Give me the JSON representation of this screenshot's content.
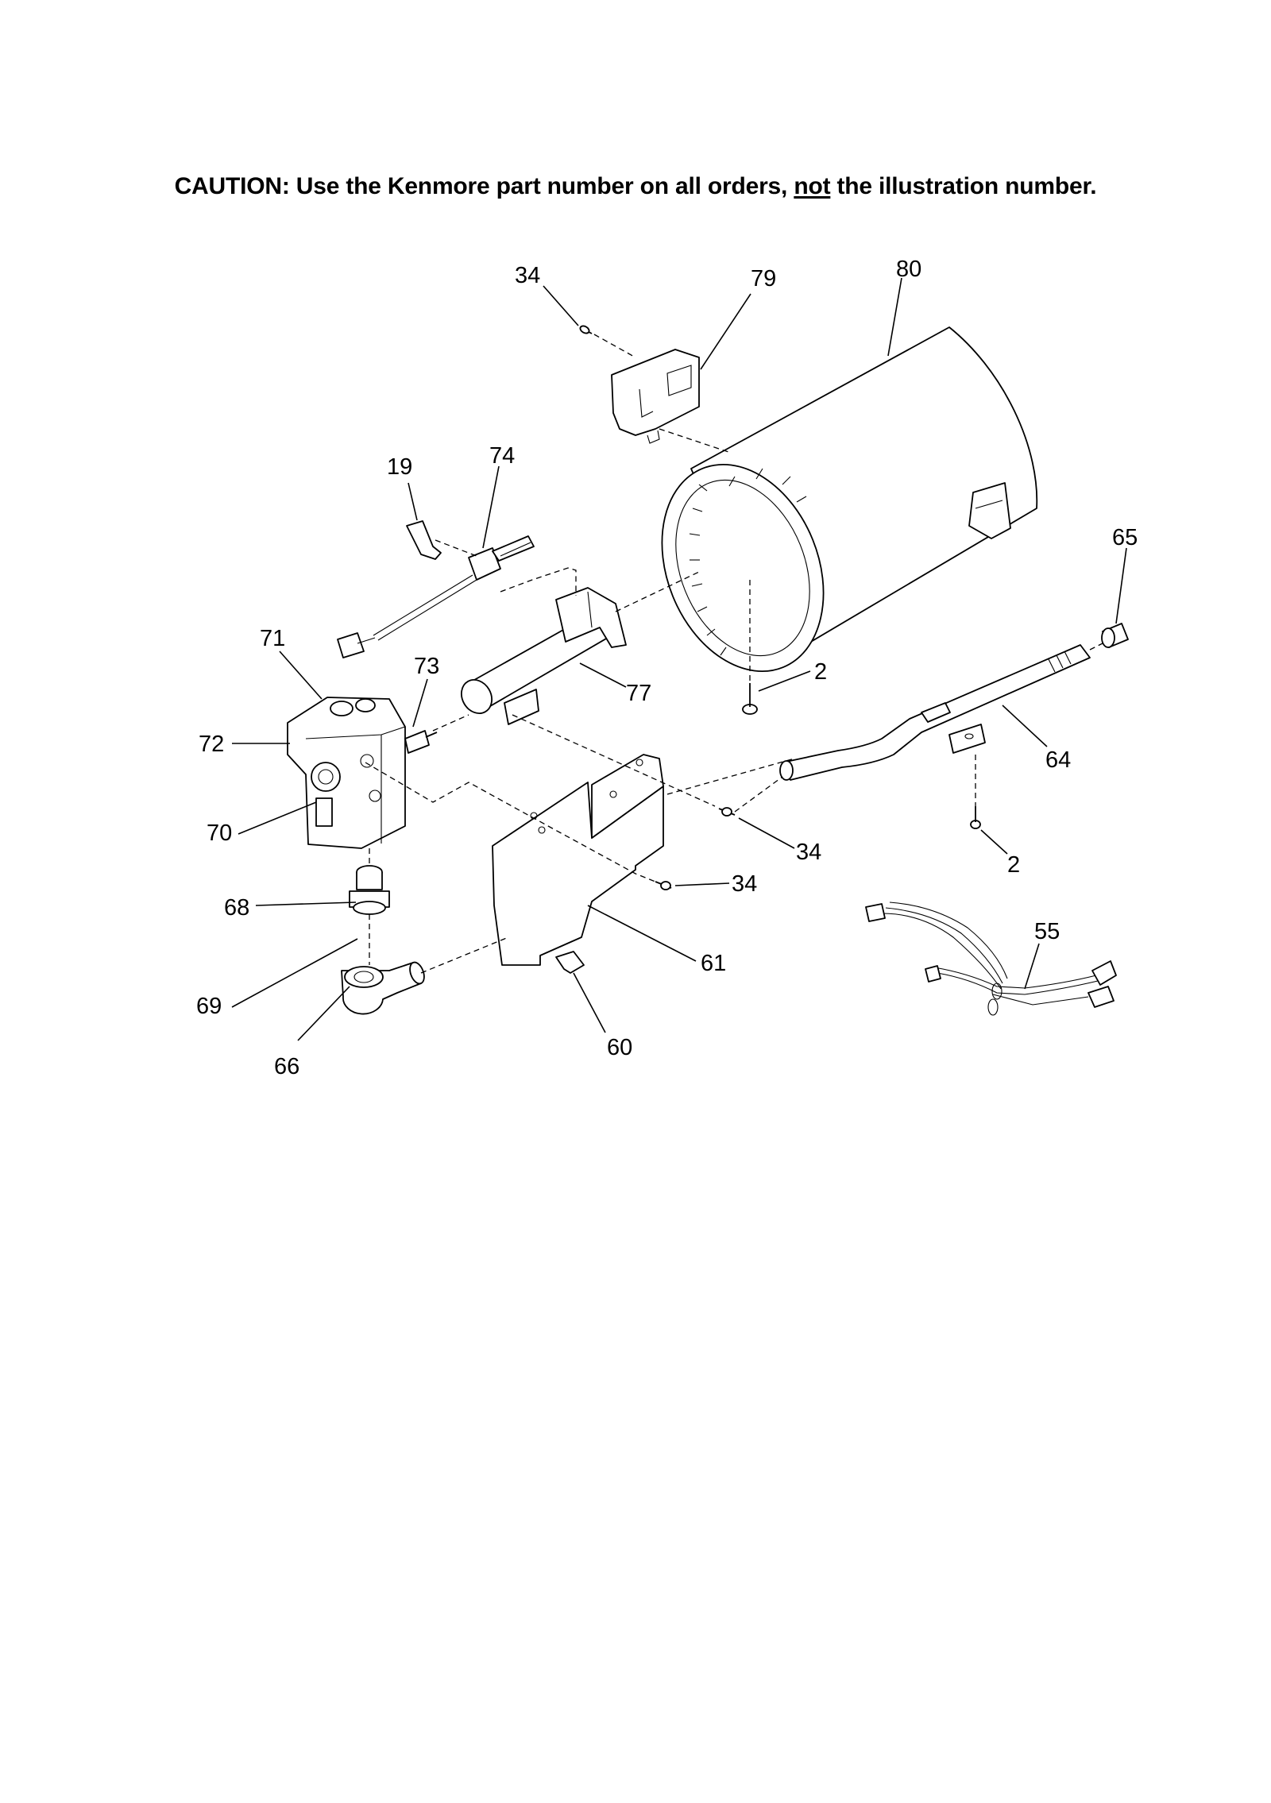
{
  "caution": {
    "prefix": "CAUTION: Use the Kenmore part number on all orders, ",
    "emphasis": "not",
    "suffix": " the illustration number."
  },
  "callouts": {
    "c34a": "34",
    "c79": "79",
    "c80": "80",
    "c19": "19",
    "c74": "74",
    "c65": "65",
    "c71": "71",
    "c73": "73",
    "c2a": "2",
    "c77": "77",
    "c72": "72",
    "c64": "64",
    "c70": "70",
    "c34b": "34",
    "c2b": "2",
    "c34c": "34",
    "c68": "68",
    "c55": "55",
    "c61": "61",
    "c69": "69",
    "c60": "60",
    "c66": "66"
  }
}
